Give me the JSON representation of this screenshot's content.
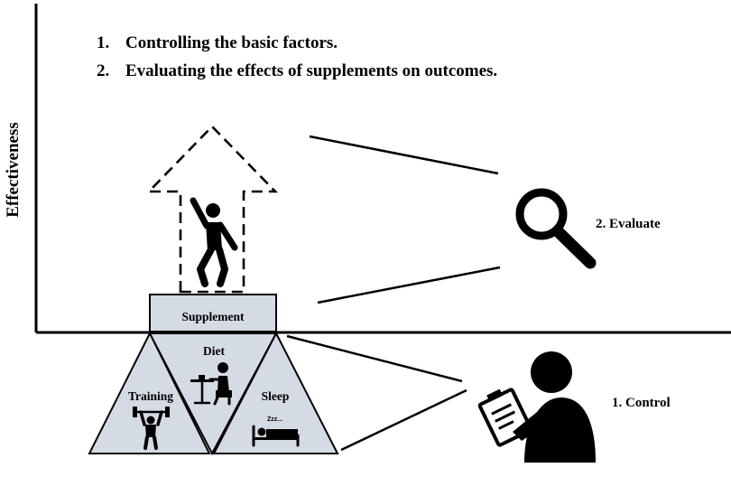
{
  "title_lines": [
    {
      "num": "1.",
      "text": "Controlling the basic factors."
    },
    {
      "num": "2.",
      "text": "Evaluating the effects of supplements on outcomes."
    }
  ],
  "y_axis_label": "Effectiveness",
  "supplement_label": "Supplement",
  "triangle_labels": {
    "diet": "Diet",
    "training": "Training",
    "sleep": "Sleep",
    "zzz": "Zzz..."
  },
  "evaluate_label": "2. Evaluate",
  "control_label": "1. Control",
  "colors": {
    "fill_blue_gray": "#d5dbe5",
    "ink": "#000000"
  },
  "icons": [
    "person-jumping-icon",
    "magnifier-icon",
    "person-eating-icon",
    "weightlifter-icon",
    "sleeping-person-icon",
    "person-clipboard-icon"
  ]
}
